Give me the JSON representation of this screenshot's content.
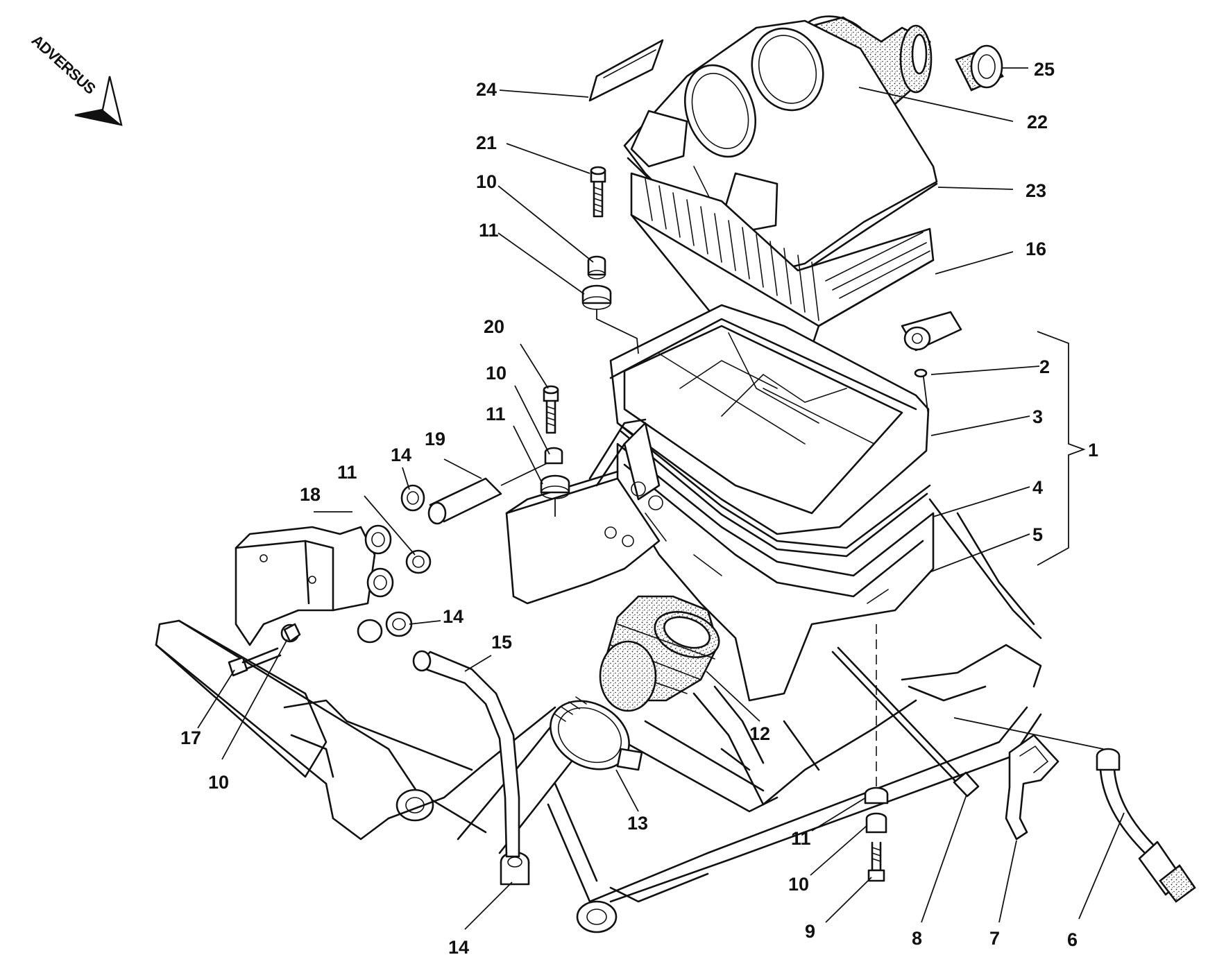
{
  "brand": {
    "text": "ADVERSUS"
  },
  "callouts": {
    "c1": "1",
    "c2": "2",
    "c3": "3",
    "c4": "4",
    "c5": "5",
    "c6": "6",
    "c7": "7",
    "c8": "8",
    "c9": "9",
    "c10a": "10",
    "c10b": "10",
    "c10c": "10",
    "c10d": "10",
    "c11a": "11",
    "c11b": "11",
    "c11c": "11",
    "c11d": "11",
    "c12": "12",
    "c13": "13",
    "c14a": "14",
    "c14b": "14",
    "c14c": "14",
    "c15": "15",
    "c16": "16",
    "c17": "17",
    "c18": "18",
    "c19": "19",
    "c20": "20",
    "c21": "21",
    "c22": "22",
    "c23": "23",
    "c24": "24",
    "c25": "25"
  }
}
